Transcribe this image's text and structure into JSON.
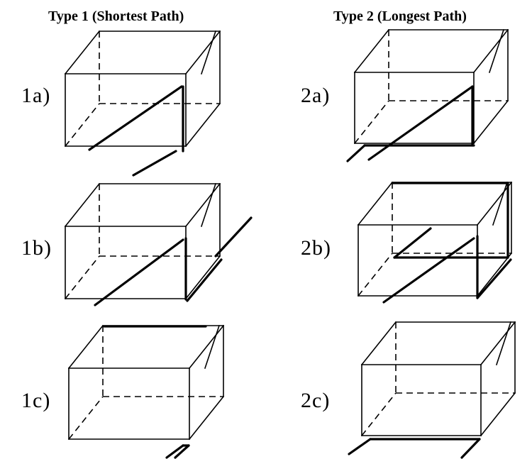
{
  "columns": [
    {
      "title": "Type 1 (Shortest Path)"
    },
    {
      "title": "Type 2 (Longest Path)"
    }
  ],
  "panels": [
    {
      "label": "1a)"
    },
    {
      "label": "1b)"
    },
    {
      "label": "1c)"
    },
    {
      "label": "2a)"
    },
    {
      "label": "2b)"
    },
    {
      "label": "2c)"
    }
  ]
}
